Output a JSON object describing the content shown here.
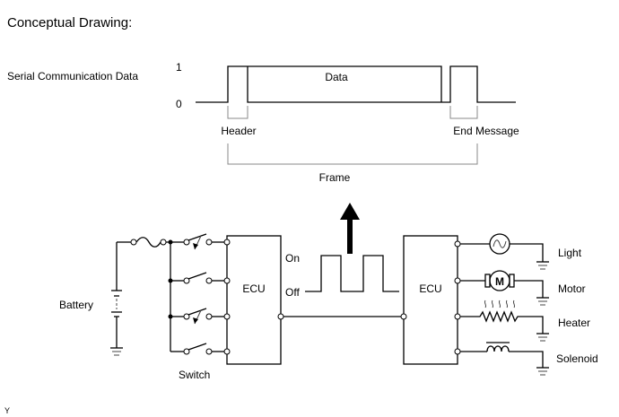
{
  "title": "Conceptual Drawing:",
  "waveform": {
    "label": "Serial Communication Data",
    "level_high": "1",
    "level_low": "0",
    "data_label": "Data",
    "header_label": "Header",
    "end_label": "End Message",
    "frame_label": "Frame"
  },
  "circuit": {
    "battery_label": "Battery",
    "switch_label": "Switch",
    "ecu_left_label": "ECU",
    "ecu_right_label": "ECU",
    "signal_on_label": "On",
    "signal_off_label": "Off",
    "outputs": [
      "Light",
      "Motor",
      "Heater",
      "Solenoid"
    ]
  },
  "corner_mark": "Y"
}
